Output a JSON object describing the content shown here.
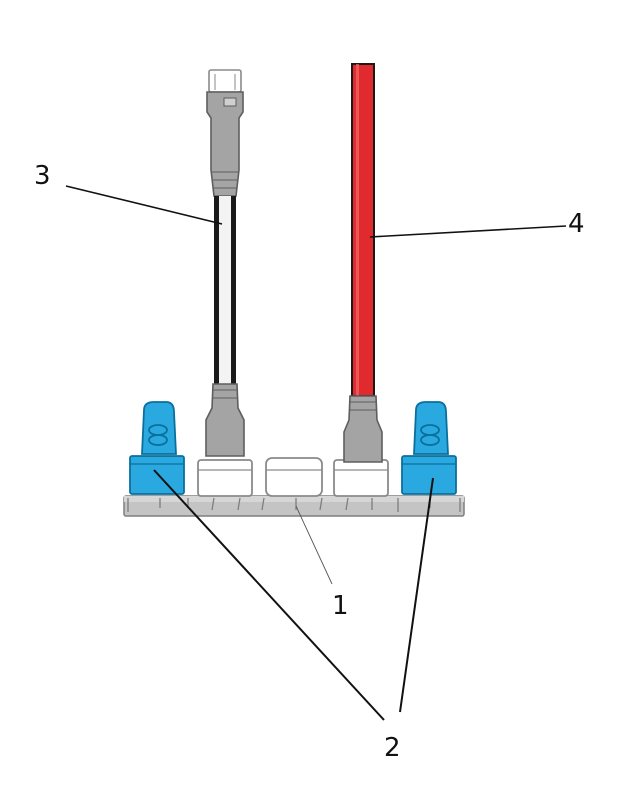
{
  "callouts": {
    "one": "1",
    "two": "2",
    "three": "3",
    "four": "4"
  },
  "colors": {
    "backbone_body": "#bdbdbd",
    "backbone_outline": "#8a8a8a",
    "terminator_blue": "#1ea7dc",
    "terminator_blue_dark": "#0b7fb0",
    "spur_cable": "#1a1a1a",
    "power_cable": "#e3262c",
    "connector_white": "#ffffff",
    "connector_grey": "#9a9a9a",
    "leader_line": "#111111"
  }
}
